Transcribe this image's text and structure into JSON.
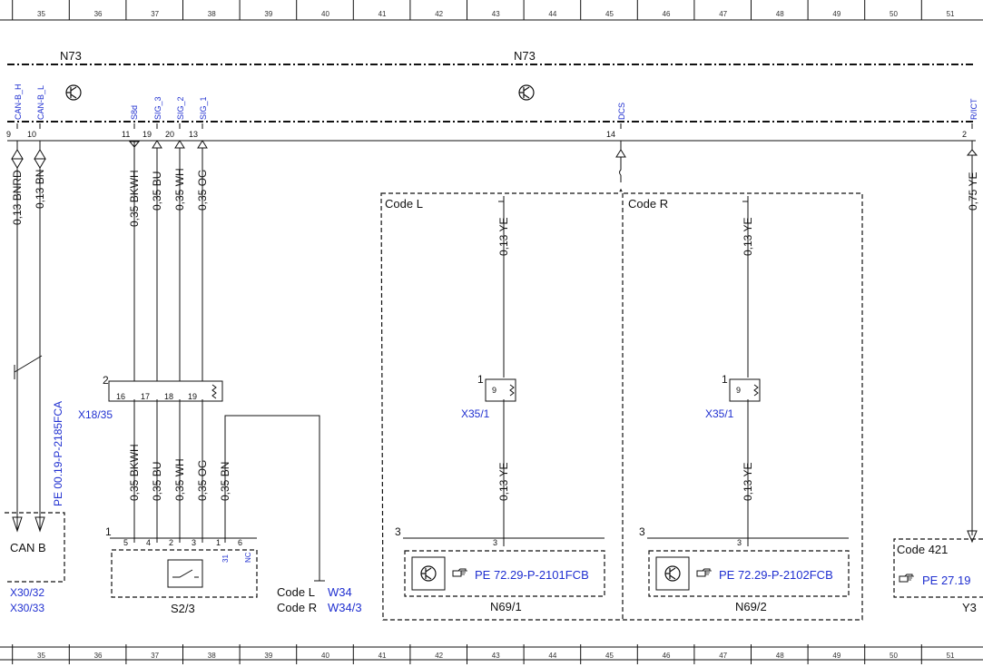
{
  "ruler": [
    "35",
    "36",
    "37",
    "38",
    "39",
    "40",
    "41",
    "42",
    "43",
    "44",
    "45",
    "46",
    "47",
    "48",
    "49",
    "50",
    "51"
  ],
  "modules": {
    "n73_left": "N73",
    "n73_right": "N73"
  },
  "pins": {
    "p9": {
      "num": "9",
      "sig": "CAN-B_H"
    },
    "p10": {
      "num": "10",
      "sig": "CAN-B_L"
    },
    "p11": {
      "num": "11",
      "sig": "S8d"
    },
    "p19": {
      "num": "19",
      "sig": "SIG_3"
    },
    "p20": {
      "num": "20",
      "sig": "SIG_2"
    },
    "p13": {
      "num": "13",
      "sig": "SIG_1"
    },
    "p14": {
      "num": "14",
      "sig": "DCS"
    },
    "p2": {
      "num": "2",
      "sig": "R/ICT"
    }
  },
  "wires_top": {
    "w1": "0,13 BNRD",
    "w2": "0,13 BN",
    "w3": "0,35 BKWH",
    "w4": "0,35 BU",
    "w5": "0,35 WH",
    "w6": "0,35 OG",
    "w7": "0,13 YE",
    "w8": "0,13 YE",
    "w9": "0,75 YE"
  },
  "wires_bottom": {
    "w3": "0,35 BKWH",
    "w4": "0,35 BU",
    "w5": "0,35 WH",
    "w6": "0,35 OG",
    "w_bn": "0,35 BN",
    "w7": "0,13 YE",
    "w8": "0,13 YE"
  },
  "connector_x18": {
    "num": "2",
    "pins": [
      "16",
      "17",
      "18",
      "19"
    ],
    "label": "X18/35"
  },
  "can": {
    "label": "CAN B",
    "ref": "PE 00.19-P-2185FCA",
    "x1": "X30/32",
    "x2": "X30/33"
  },
  "switch": {
    "num": "1",
    "pins": [
      "5",
      "4",
      "2",
      "3",
      "1",
      "6"
    ],
    "pin_31": "31",
    "pin_nc": "NC",
    "label": "S2/3"
  },
  "codes": {
    "l_label": "Code L",
    "r_label": "Code R",
    "l_ref": "W34",
    "r_ref": "W34/3"
  },
  "box_l": {
    "title": "Code L",
    "conn_num": "1",
    "conn_pin": "9",
    "conn_label": "X35/1",
    "mod_num": "3",
    "mod_pin": "3",
    "ref": "PE 72.29-P-2101FCB",
    "label": "N69/1"
  },
  "box_r": {
    "title": "Code R",
    "conn_num": "1",
    "conn_pin": "9",
    "conn_label": "X35/1",
    "mod_num": "3",
    "mod_pin": "3",
    "ref": "PE 72.29-P-2102FCB",
    "label": "N69/2"
  },
  "code421": {
    "title": "Code 421",
    "ref": "PE 27.19",
    "label": "Y3"
  },
  "colors": {
    "link": "#1f2fd0",
    "line": "#111111"
  }
}
